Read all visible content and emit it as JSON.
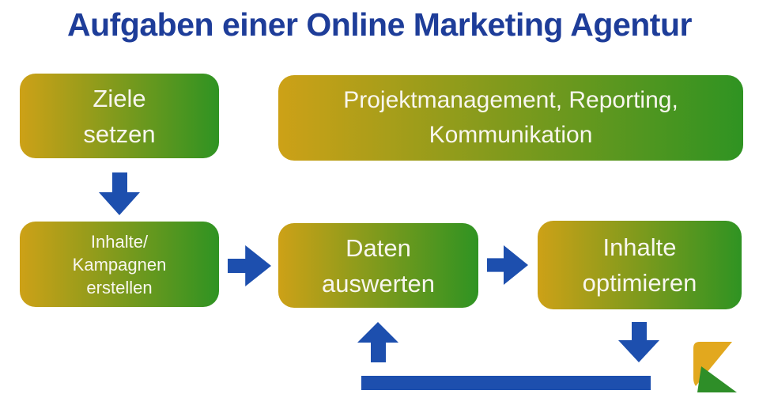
{
  "title": "Aufgaben einer Online Marketing Agentur",
  "colors": {
    "background": "#ffffff",
    "title_blue": "#1e3d99",
    "arrow_blue": "#1d4fae",
    "gradient_gold": "#cda117",
    "gradient_green": "#2f9322",
    "box_text": "#f8f6ee",
    "logo_gold": "#e2a81e",
    "logo_green": "#2e8e28"
  },
  "nodes": {
    "ziele": {
      "lines": [
        "Ziele",
        "setzen"
      ]
    },
    "projektmanagement": {
      "lines": [
        "Projektmanagement, Reporting,",
        "Kommunikation"
      ]
    },
    "inhalte_kampagnen": {
      "lines": [
        "Inhalte/",
        "Kampagnen",
        "erstellen"
      ]
    },
    "daten_auswerten": {
      "lines": [
        "Daten",
        "auswerten"
      ]
    },
    "inhalte_optimieren": {
      "lines": [
        "Inhalte",
        "optimieren"
      ]
    }
  },
  "flow": {
    "arrows": [
      {
        "name": "arrow-ziele-to-inhalte",
        "direction": "down"
      },
      {
        "name": "arrow-inhalte-to-daten",
        "direction": "right"
      },
      {
        "name": "arrow-daten-to-optimieren",
        "direction": "right"
      },
      {
        "name": "arrow-optimieren-to-feedback",
        "direction": "down"
      },
      {
        "name": "arrow-feedback-to-daten",
        "direction": "up"
      }
    ],
    "feedback_bar": "loop connector from Inhalte optimieren back to Daten auswerten"
  },
  "logo": {
    "name": "brand-logo-k",
    "description": "gold and green K-shaped logo mark"
  }
}
